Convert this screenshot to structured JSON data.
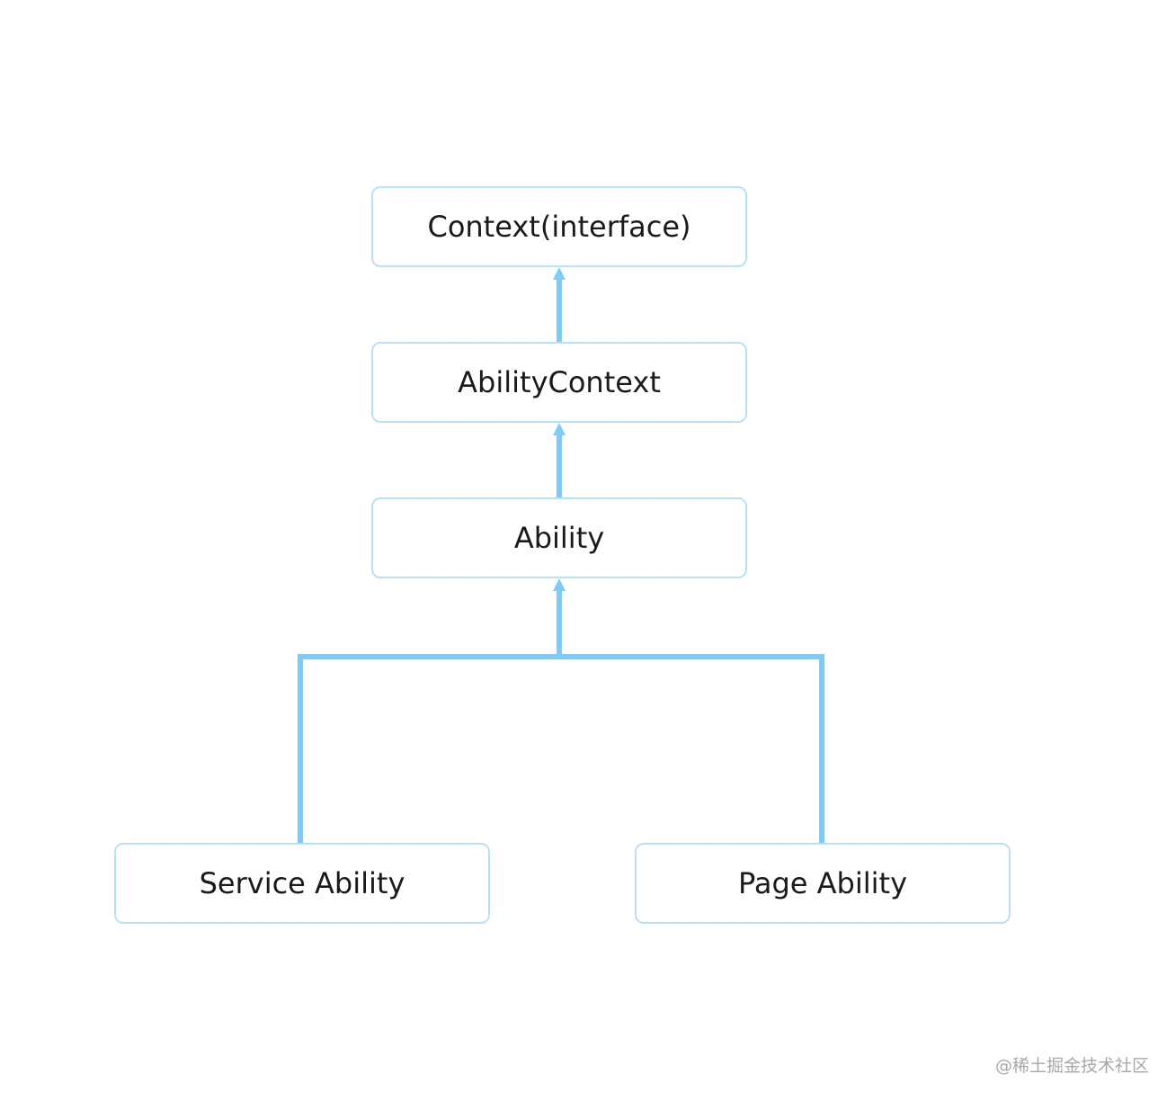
{
  "diagram": {
    "nodes": {
      "context": "Context(interface)",
      "ability_context": "AbilityContext",
      "ability": "Ability",
      "service_ability": "Service Ability",
      "page_ability": "Page Ability"
    },
    "edges": [
      {
        "from": "ability_context",
        "to": "context"
      },
      {
        "from": "ability",
        "to": "ability_context"
      },
      {
        "from": "service_ability",
        "to": "ability"
      },
      {
        "from": "page_ability",
        "to": "ability"
      }
    ],
    "colors": {
      "node_border": "#b8e0f7",
      "connector": "#7fcbf5",
      "text": "#1a1a1a"
    }
  },
  "watermark": "@稀土掘金技术社区"
}
